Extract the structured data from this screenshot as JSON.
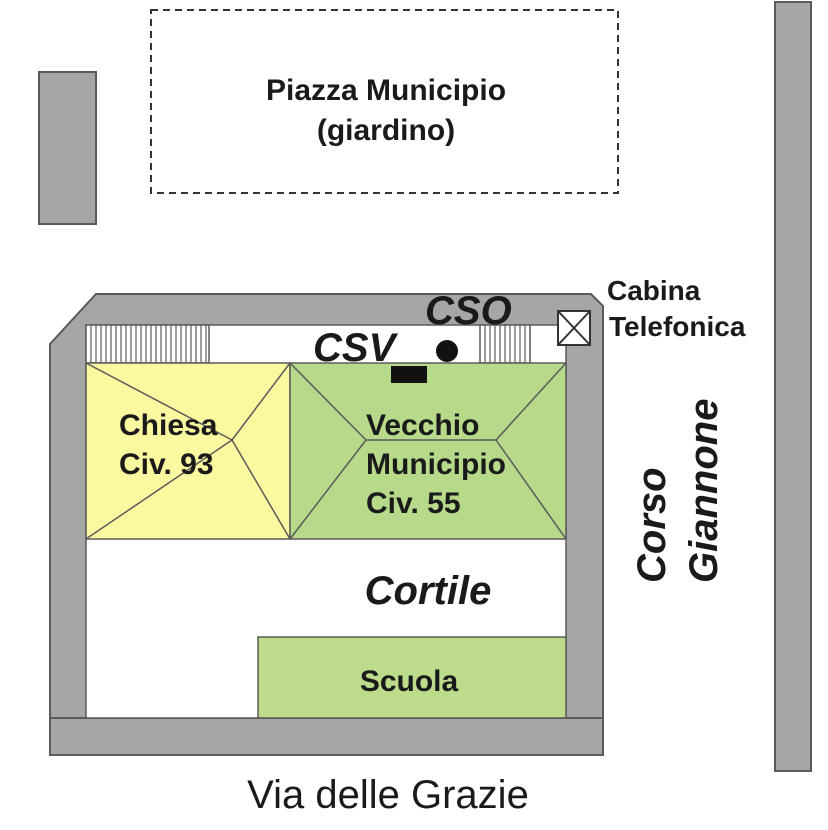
{
  "colors": {
    "wall": "#a6a6a6",
    "outline": "#5a5a5a",
    "church": "#fbf9a0",
    "municipio": "#b7d98a",
    "school": "#bcdc8c",
    "background": "#ffffff",
    "text": "#1a1a1a"
  },
  "labels": {
    "piazza_line1": "Piazza Municipio",
    "piazza_line2": "(giardino)",
    "cabina_line1": "Cabina",
    "cabina_line2": "Telefonica",
    "cso": "CSO",
    "csv": "CSV",
    "chiesa_line1": "Chiesa",
    "chiesa_line2": "Civ. 93",
    "municipio_line1": "Vecchio",
    "municipio_line2": "Municipio",
    "municipio_line3": "Civ. 55",
    "cortile": "Cortile",
    "scuola": "Scuola",
    "corso_line1": "Corso",
    "corso_line2": "Giannone",
    "via_grazie": "Via delle Grazie"
  },
  "icons": {
    "cabina": "phone-booth-cross-box-icon",
    "cso": "filled-circle-marker-icon",
    "csv": "filled-rectangle-marker-icon"
  }
}
